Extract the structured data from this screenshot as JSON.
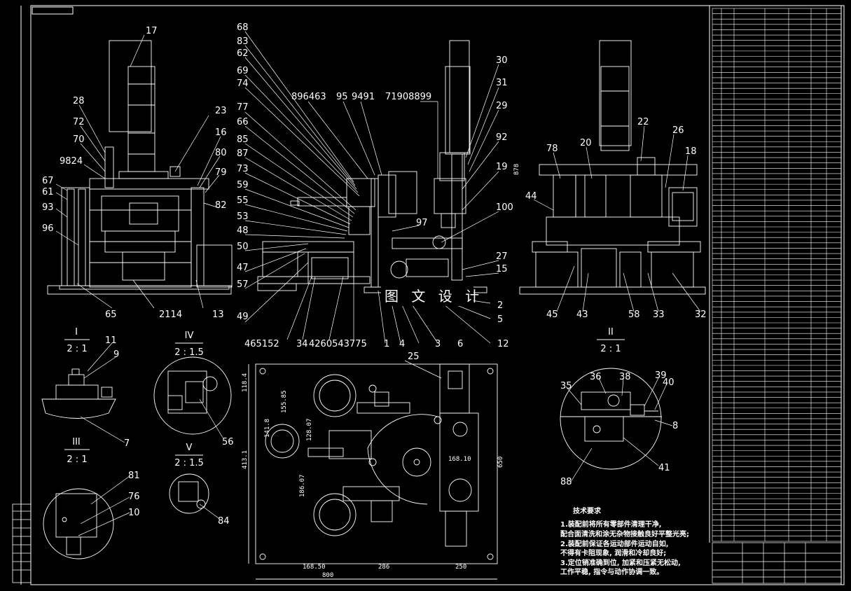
{
  "watermark": "图 文 设 计",
  "views": {
    "view1": {
      "label": "I",
      "scale": "2 : 1"
    },
    "view2": {
      "label": "II",
      "scale": "2 : 1"
    },
    "view3": {
      "label": "III",
      "scale": "2 : 1"
    },
    "view4": {
      "label": "IV",
      "scale": "2 : 1.5"
    },
    "view5": {
      "label": "V",
      "scale": "2 : 1.5"
    }
  },
  "balloons_front": [
    "17",
    "28",
    "72",
    "70",
    "9824",
    "67",
    "61",
    "93",
    "96",
    "23",
    "16",
    "80",
    "79",
    "82",
    "65",
    "2114",
    "13"
  ],
  "balloons_side_left": [
    "68",
    "83",
    "62",
    "69",
    "74",
    "77",
    "66",
    "85",
    "87",
    "73",
    "59",
    "55",
    "53",
    "48",
    "50",
    "47",
    "57",
    "49",
    "465152",
    "34",
    "4260543775"
  ],
  "balloons_side_top": [
    "896463",
    "95",
    "9491",
    "71908899"
  ],
  "balloons_side_right": [
    "30",
    "31",
    "29",
    "92",
    "19",
    "100",
    "97",
    "27",
    "15",
    "2",
    "5",
    "12",
    "1",
    "4",
    "3",
    "6"
  ],
  "balloons_right": [
    "78",
    "20",
    "22",
    "26",
    "18",
    "44",
    "45",
    "43",
    "58",
    "33",
    "32"
  ],
  "balloons_details": [
    "11",
    "9",
    "7",
    "81",
    "76",
    "10",
    "56",
    "84",
    "25",
    "35",
    "36",
    "38",
    "39",
    "40",
    "8",
    "41",
    "88"
  ],
  "dimensions": {
    "d1": "118.4",
    "d2": "155.85",
    "d3": "141.8",
    "d4": "128.07",
    "d5": "413.1",
    "d6": "186.07",
    "d7": "168.10",
    "d8": "650",
    "d9": "168.50",
    "d10": "286",
    "d11": "250",
    "d12": "800",
    "d13": "878"
  },
  "tech_req": {
    "title": "技术要求",
    "lines": [
      "1.装配前将所有零部件清理干净,",
      "配合面清洗和涂无杂物接触良好平整光亮;",
      "2.装配前保证各运动部件运动自如,",
      "不得有卡阻现象, 润滑和冷却良好;",
      "3.定位销准确到位, 加紧和压紧无松动,",
      "工作平稳, 指令与动作协调一致。"
    ]
  }
}
